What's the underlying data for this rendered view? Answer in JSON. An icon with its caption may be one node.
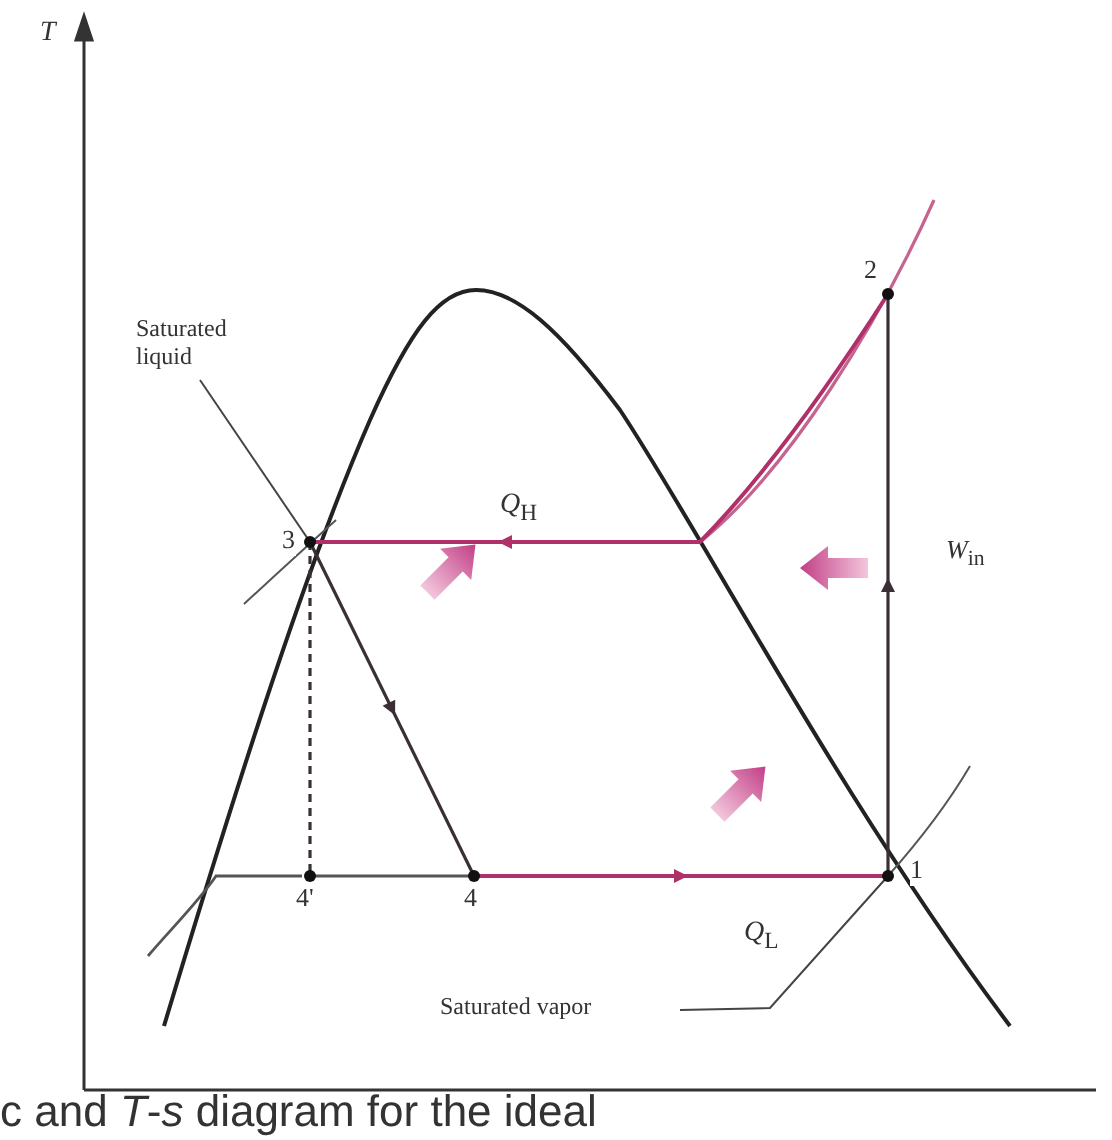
{
  "diagram": {
    "caption": "c and *T*-*s* diagram for the ideal",
    "nodes": [
      {
        "text": [
          "Saturated liquid"
        ]
      },
      {
        "text": [
          "1"
        ]
      },
      {
        "text": [
          "2"
        ]
      },
      {
        "text": [
          "3"
        ]
      },
      {
        "text": [
          "4"
        ]
      },
      {
        "text": [
          "4'"
        ]
      },
      {
        "text": [
          "Saturated vapor"
        ]
      }
    ],
    "edges": [
      {
        "from": 0,
        "to": 3,
        "arrow": "none"
      },
      {
        "from": 6,
        "to": 1,
        "arrow": "none"
      },
      {
        "from": 1,
        "to": 2,
        "arrow": "to"
      },
      {
        "from": 2,
        "to": 3,
        "arrow": "to",
        "color": "#b0306a"
      },
      {
        "from": 3,
        "to": 4,
        "arrow": "to"
      },
      {
        "from": 4,
        "to": 1,
        "arrow": "to",
        "color": "#b0306a"
      },
      {
        "from": 3,
        "to": 5,
        "arrow": "none",
        "style": "dashed"
      },
      {
        "from": 5,
        "to": 4,
        "arrow": "none",
        "color": "#555555"
      }
    ],
    "labels": [
      "T",
      "*Q*$_{H}$",
      "*W*$_{in}$",
      "*Q*$_{L}$"
    ]
  }
}
